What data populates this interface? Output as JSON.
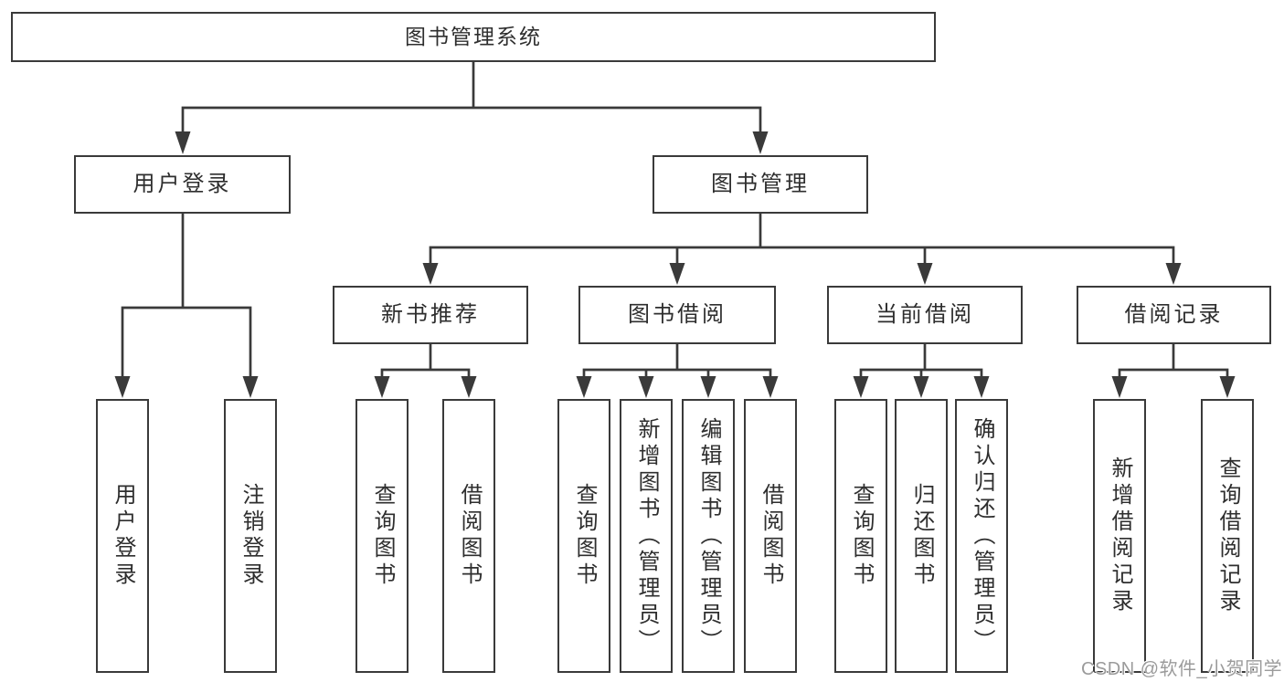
{
  "diagram": {
    "title_node": {
      "label": "图书管理系统"
    },
    "level2": [
      {
        "label": "用户登录"
      },
      {
        "label": "图书管理"
      }
    ],
    "level3": [
      {
        "label": "新书推荐"
      },
      {
        "label": "图书借阅"
      },
      {
        "label": "当前借阅"
      },
      {
        "label": "借阅记录"
      }
    ],
    "leaves": [
      {
        "label": "用户登录"
      },
      {
        "label": "注销登录"
      },
      {
        "label": "查询图书"
      },
      {
        "label": "借阅图书"
      },
      {
        "label": "查询图书"
      },
      {
        "label": "新增图书（管理员）"
      },
      {
        "label": "编辑图书（管理员）"
      },
      {
        "label": "借阅图书"
      },
      {
        "label": "查询图书"
      },
      {
        "label": "归还图书"
      },
      {
        "label": "确认归还（管理员）"
      },
      {
        "label": "新增借阅记录"
      },
      {
        "label": "查询借阅记录"
      }
    ]
  },
  "watermark": {
    "text": "CSDN @软件_小贺同学"
  },
  "colors": {
    "line": "#3a3a3a",
    "text": "#2e2e2e",
    "background": "#ffffff",
    "watermark": "#9b9b9b"
  }
}
